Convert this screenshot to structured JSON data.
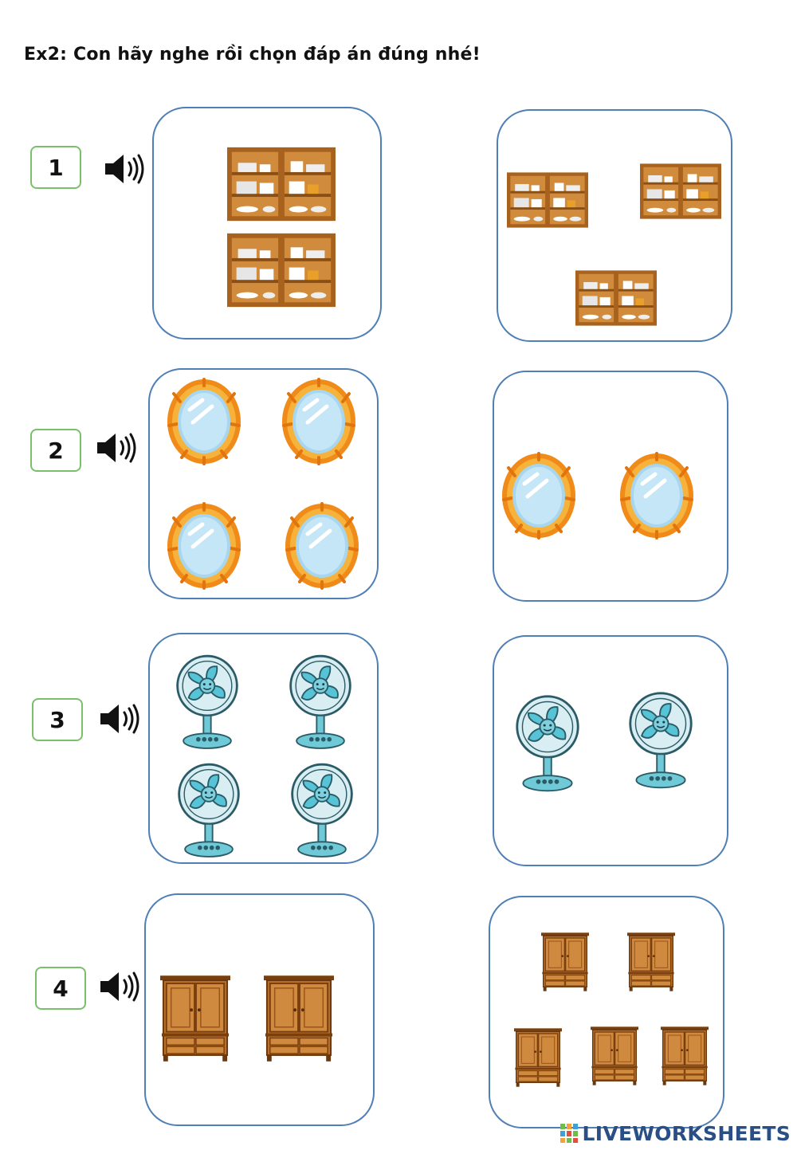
{
  "title": "Ex2: Con hãy nghe rồi chọn đáp án đúng nhé!",
  "colors": {
    "card_border": "#4f7fb5",
    "number_border": "#7bbf6a",
    "brand": "#2a4f86"
  },
  "questions": [
    {
      "number": "1",
      "audio_icon": "speaker-icon",
      "options": [
        {
          "item": "cupboard",
          "count": 2
        },
        {
          "item": "cupboard",
          "count": 3
        }
      ]
    },
    {
      "number": "2",
      "audio_icon": "speaker-icon",
      "options": [
        {
          "item": "mirror",
          "count": 4
        },
        {
          "item": "mirror",
          "count": 2
        }
      ]
    },
    {
      "number": "3",
      "audio_icon": "speaker-icon",
      "options": [
        {
          "item": "fan",
          "count": 4
        },
        {
          "item": "fan",
          "count": 2
        }
      ]
    },
    {
      "number": "4",
      "audio_icon": "speaker-icon",
      "options": [
        {
          "item": "wardrobe",
          "count": 2
        },
        {
          "item": "wardrobe",
          "count": 5
        }
      ]
    }
  ],
  "brand": {
    "text": "LIVEWORKSHEETS",
    "logo_icon": "liveworksheets-logo-icon"
  }
}
